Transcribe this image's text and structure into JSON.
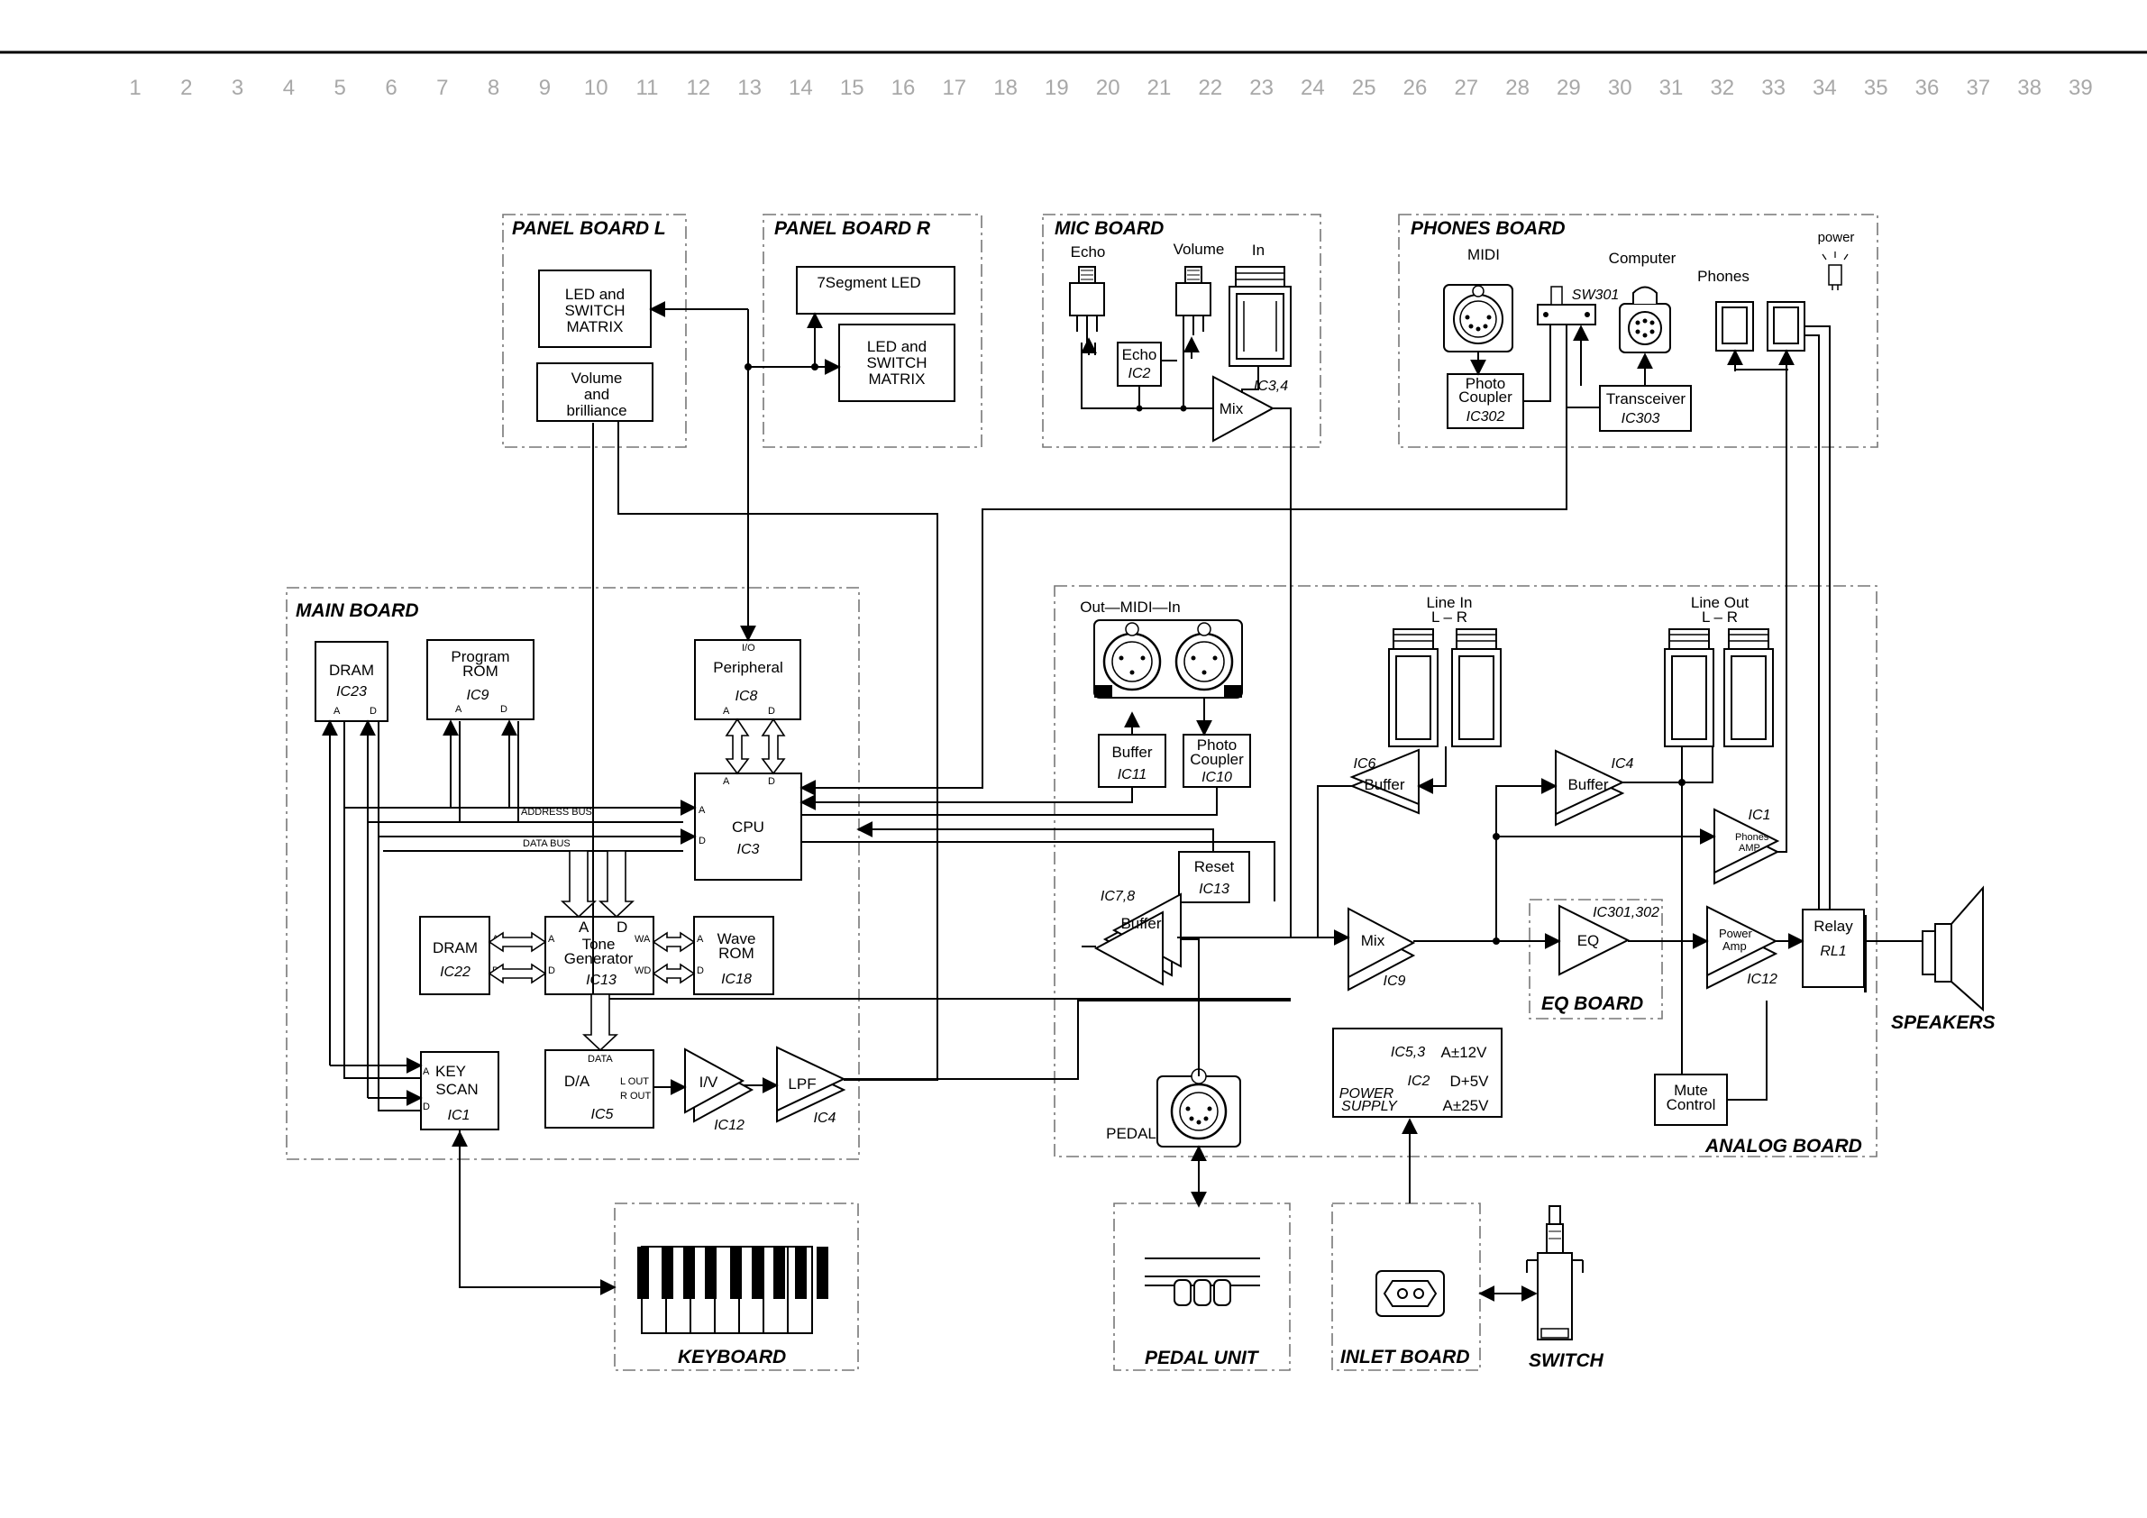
{
  "column_numbers": [
    "1",
    "2",
    "3",
    "4",
    "5",
    "6",
    "7",
    "8",
    "9",
    "10",
    "11",
    "12",
    "13",
    "14",
    "15",
    "16",
    "17",
    "18",
    "19",
    "20",
    "21",
    "22",
    "23",
    "24",
    "25",
    "26",
    "27",
    "28",
    "29",
    "30",
    "31",
    "32",
    "33",
    "34",
    "35",
    "36",
    "37",
    "38",
    "39"
  ],
  "boards": {
    "panel_l": "PANEL BOARD L",
    "panel_r": "PANEL BOARD R",
    "mic": "MIC BOARD",
    "phones": "PHONES BOARD",
    "main": "MAIN BOARD",
    "analog": "ANALOG BOARD",
    "eq": "EQ BOARD",
    "keyboard": "KEYBOARD",
    "pedal_unit": "PEDAL UNIT",
    "inlet": "INLET BOARD",
    "switch": "SWITCH",
    "speakers": "SPEAKERS"
  },
  "panel_l": {
    "led_matrix": [
      "LED and",
      "SWITCH",
      "MATRIX"
    ],
    "volume": [
      "Volume",
      "and",
      "brilliance"
    ]
  },
  "panel_r": {
    "seg_led": "7Segment LED",
    "led_matrix": [
      "LED and",
      "SWITCH",
      "MATRIX"
    ]
  },
  "mic": {
    "echo_label": "Echo",
    "volume_label": "Volume",
    "in_label": "In",
    "echo_box": "Echo",
    "echo_ic": "IC2",
    "mix": "Mix",
    "mix_ic": "IC3,4"
  },
  "phones": {
    "midi": "MIDI",
    "computer": "Computer",
    "phones": "Phones",
    "power": "power",
    "sw": "SW301",
    "photo": [
      "Photo",
      "Coupler"
    ],
    "photo_ic": "IC302",
    "trans": "Transceiver",
    "trans_ic": "IC303"
  },
  "main": {
    "dram1": "DRAM",
    "dram1_ic": "IC23",
    "prom": [
      "Program",
      "ROM"
    ],
    "prom_ic": "IC9",
    "periph": "Peripheral",
    "periph_io": "I/O",
    "periph_ic": "IC8",
    "cpu": "CPU",
    "cpu_ic": "IC3",
    "address_bus": "ADDRESS BUS",
    "data_bus": "DATA BUS",
    "dram2": "DRAM",
    "dram2_ic": "IC22",
    "tone": [
      "Tone",
      "Generator"
    ],
    "tone_ic": "IC13",
    "wave": [
      "Wave",
      "ROM"
    ],
    "wave_ic": "IC18",
    "da": "D/A",
    "da_ic": "IC5",
    "da_data": "DATA",
    "da_lout": "L OUT",
    "da_rout": "R OUT",
    "iv": "I/V",
    "iv_ic": "IC12",
    "lpf": "LPF",
    "lpf_ic": "IC4",
    "key": [
      "KEY",
      "SCAN"
    ],
    "key_ic": "IC1",
    "pin_a": "A",
    "pin_d": "D",
    "pin_wa": "WA",
    "pin_wd": "WD"
  },
  "analog": {
    "midi_label": "Out—MIDI—In",
    "buffer11": "Buffer",
    "buffer11_ic": "IC11",
    "photo10": [
      "Photo",
      "Coupler"
    ],
    "photo10_ic": "IC10",
    "reset": "Reset",
    "reset_ic": "IC13",
    "buffer78": "Buffer",
    "buffer78_ic": "IC7,8",
    "line_in": "Line In",
    "line_in_lr": "L – R",
    "buffer6": "Buffer",
    "buffer6_ic": "IC6",
    "line_out": "Line Out",
    "line_out_lr": "L – R",
    "buffer4": "Buffer",
    "buffer4_ic": "IC4",
    "phones_amp": [
      "Phones",
      "AMP"
    ],
    "phones_amp_ic": "IC1",
    "mix": "Mix",
    "mix_ic": "IC9",
    "eq": "EQ",
    "eq_ic": "IC301,302",
    "power_amp": [
      "Power",
      "Amp"
    ],
    "power_amp_ic": "IC12",
    "relay": "Relay",
    "relay_ic": "RL1",
    "mute": [
      "Mute",
      "Control"
    ],
    "ps_ic1": "IC5,3",
    "ps_v1": "A±12V",
    "ps_ic2": "IC2",
    "ps_v2": "D+5V",
    "ps_title": [
      "POWER",
      "SUPPLY"
    ],
    "ps_v3": "A±25V",
    "pedal": "PEDAL"
  }
}
